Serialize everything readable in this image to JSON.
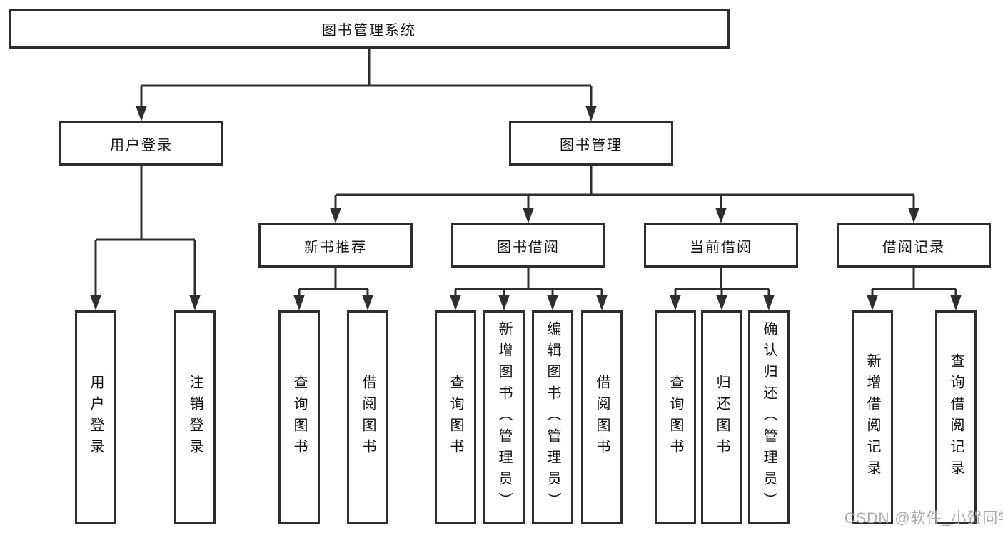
{
  "root": {
    "label": "图书管理系统"
  },
  "branches": {
    "user_login": {
      "label": "用户登录",
      "children": [
        "用户登录",
        "注销登录"
      ]
    },
    "book_mgmt": {
      "label": "图书管理"
    }
  },
  "modules": [
    {
      "label": "新书推荐",
      "children": [
        "查询图书",
        "借阅图书"
      ]
    },
    {
      "label": "图书借阅",
      "children": [
        "查询图书",
        "新增图书（管理员）",
        "编辑图书（管理员）",
        "借阅图书"
      ]
    },
    {
      "label": "当前借阅",
      "children": [
        "查询图书",
        "归还图书",
        "确认归还（管理员）"
      ]
    },
    {
      "label": "借阅记录",
      "children": [
        "新增借阅记录",
        "查询借阅记录"
      ]
    }
  ],
  "watermark": "CSDN @软件_小贺同学",
  "colors": {
    "line": "#2e2e2e",
    "text": "#111111",
    "watermark": "#aaaaaa",
    "background": "#ffffff"
  }
}
